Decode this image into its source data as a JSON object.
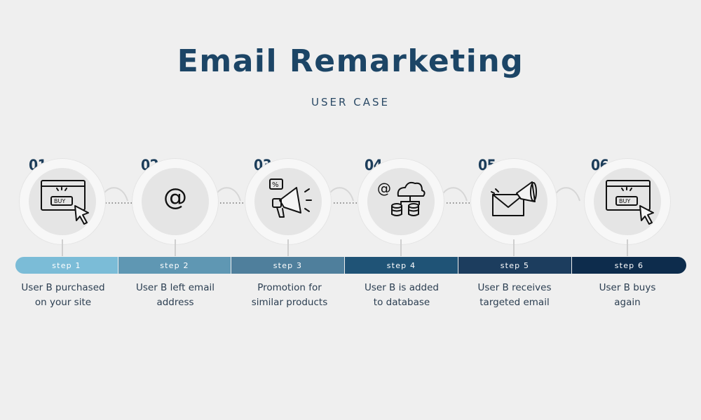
{
  "title": "Email Remarketing",
  "subtitle": "USER CASE",
  "steps": [
    {
      "number": "01.",
      "bar_label": "step 1",
      "description_line1": "User B purchased",
      "description_line2": "on your site",
      "icon": "buy-click-icon",
      "color": "#7bbcd7"
    },
    {
      "number": "02.",
      "bar_label": "step 2",
      "description_line1": "User B left email",
      "description_line2": "address",
      "icon": "at-sign-icon",
      "color": "#5f97b3"
    },
    {
      "number": "03.",
      "bar_label": "step 3",
      "description_line1": "Promotion for",
      "description_line2": "similar products",
      "icon": "megaphone-discount-icon",
      "color": "#4f7f9c"
    },
    {
      "number": "04.",
      "bar_label": "step 4",
      "description_line1": "User B is added",
      "description_line2": "to database",
      "icon": "cloud-database-icon",
      "color": "#1f5376"
    },
    {
      "number": "05.",
      "bar_label": "step 5",
      "description_line1": "User B receives",
      "description_line2": "targeted email",
      "icon": "email-megaphone-icon",
      "color": "#1c3d5e"
    },
    {
      "number": "06.",
      "bar_label": "step 6",
      "description_line1": "User B buys",
      "description_line2": "again",
      "icon": "buy-click-icon",
      "color": "#0d2c4c"
    }
  ]
}
